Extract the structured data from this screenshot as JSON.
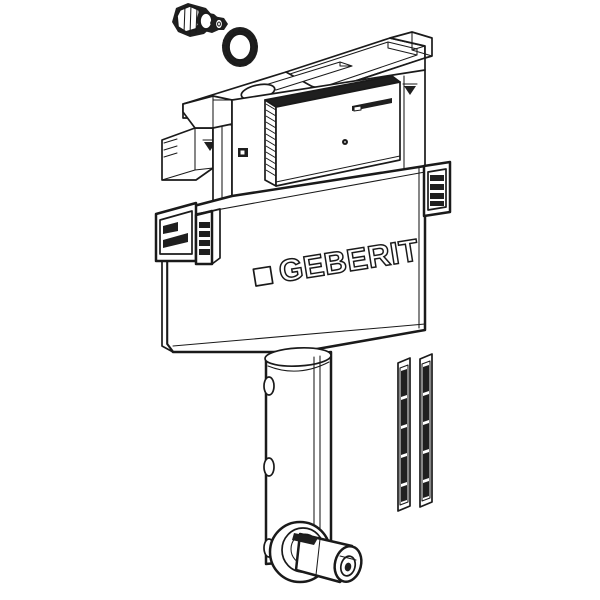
{
  "illustration": {
    "kind": "technical-line-drawing",
    "subject": "Geberit concealed in-wall toilet cistern with flush pipe, fill valve and mounting rails",
    "background_color": "#ffffff",
    "line_color": "#1a1a1a",
    "dark_fill_color": "#1f1f1f",
    "brand": {
      "name": "GEBERIT",
      "letters": [
        "G",
        "E",
        "B",
        "E",
        "R",
        "I",
        "T"
      ],
      "style": "outlined hollow bold letters, tilted upward",
      "tilt_degrees": -9,
      "mark": "square-outline"
    }
  },
  "parts": {
    "fill_valve": {
      "name": "fill-valve-fitting",
      "position": "top-left",
      "finish": "dark"
    },
    "knurled_ring": {
      "name": "knurled-ring-nut",
      "position": "top-left, right of fill valve",
      "finish": "dark"
    },
    "cistern_body": {
      "name": "concealed-cistern-tank",
      "finish": "white"
    },
    "inspection_module": {
      "name": "inspection-opening-module",
      "top_face": "dark",
      "side_face": "ribbed",
      "front_face": "white",
      "details": [
        "screw-point",
        "slot-opening"
      ]
    },
    "access_opening": {
      "name": "top-access-opening",
      "shape": "oval"
    },
    "overflow_box": {
      "name": "overflow-housing",
      "position": "upper-left of tank"
    },
    "bracket_left": {
      "name": "left-mounting-bracket",
      "slots": 4
    },
    "bracket_right": {
      "name": "right-mounting-bracket",
      "slots": 4
    },
    "flush_pipe": {
      "name": "flush-pipe",
      "orientation": "vertical",
      "holes": 3
    },
    "outlet_valve": {
      "name": "bottom-outlet-valve-elbow",
      "flange": "circular"
    },
    "rails": {
      "name": "slotted-mounting-rails",
      "count": 2,
      "slots_per_rail": 5
    },
    "markers": {
      "name": "orientation-triangle-markers",
      "count": 2,
      "glyph": "▼"
    }
  }
}
